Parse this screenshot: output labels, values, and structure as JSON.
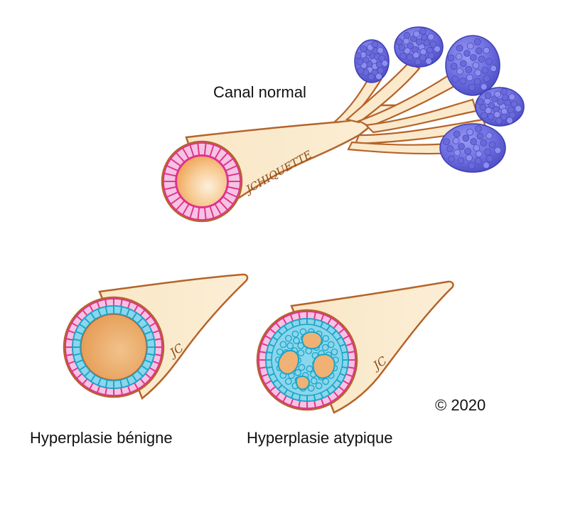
{
  "labels": {
    "normal_duct": "Canal normal",
    "benign_hyperplasia": "Hyperplasie bénigne",
    "atypical_hyperplasia": "Hyperplasie atypique",
    "copyright": "© 2020"
  },
  "signatures": {
    "main": "JCHIQUETTE",
    "benign": "JC",
    "atypical": "JC"
  },
  "colors": {
    "background": "#ffffff",
    "duct_fill": "#f7dcb0",
    "duct_outline": "#b5642a",
    "lumen": "#f3b77a",
    "magenta_cells": "#e0308e",
    "magenta_cell_fill": "#f6c3e2",
    "cyan_cells": "#1aa4c8",
    "cyan_cell_fill": "#8ad6ec",
    "lobules": "#6f6fe0",
    "lobule_dark": "#4a4ac2",
    "text": "#111111"
  }
}
